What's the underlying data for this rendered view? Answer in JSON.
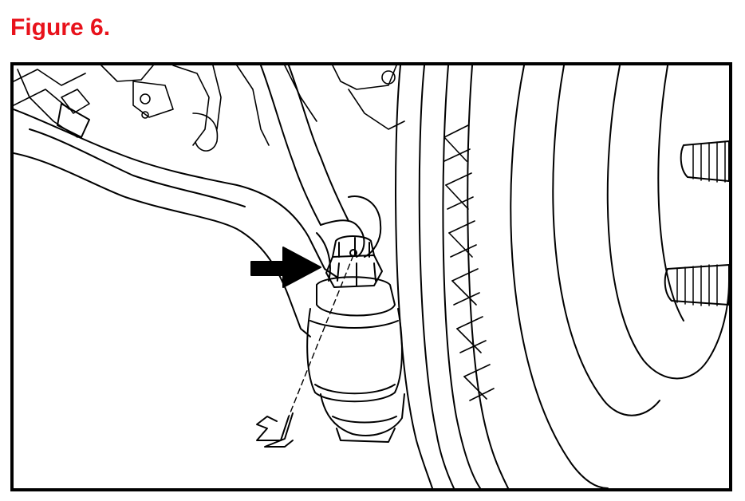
{
  "figure": {
    "title": "Figure 6."
  },
  "colors": {
    "title": "#e8121b",
    "line": "#000000",
    "background": "#ffffff"
  },
  "illustration": {
    "subject": "suspension-ball-joint-with-cotter-pin",
    "parts": [
      "control-arm",
      "ball-joint",
      "castle-nut",
      "cotter-pin",
      "brake-rotor",
      "wheel-hub",
      "wheel-studs",
      "direction-arrow"
    ]
  }
}
